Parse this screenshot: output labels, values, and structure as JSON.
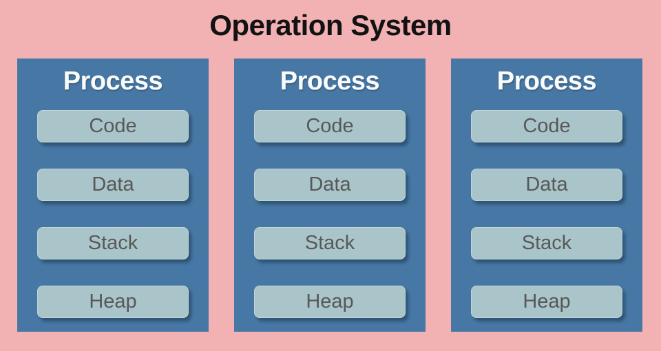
{
  "title": "Operation System",
  "panels": [
    {
      "title": "Process",
      "segments": [
        "Code",
        "Data",
        "Stack",
        "Heap"
      ]
    },
    {
      "title": "Process",
      "segments": [
        "Code",
        "Data",
        "Stack",
        "Heap"
      ]
    },
    {
      "title": "Process",
      "segments": [
        "Code",
        "Data",
        "Stack",
        "Heap"
      ]
    }
  ],
  "colors": {
    "background": "#F2B1B3",
    "panel": "#4778A5",
    "segment_fill": "#A9C5CA",
    "segment_border": "#C2D6D9",
    "segment_text": "#585858",
    "panel_title_text": "#FBFBFB",
    "title_text": "#121212"
  }
}
